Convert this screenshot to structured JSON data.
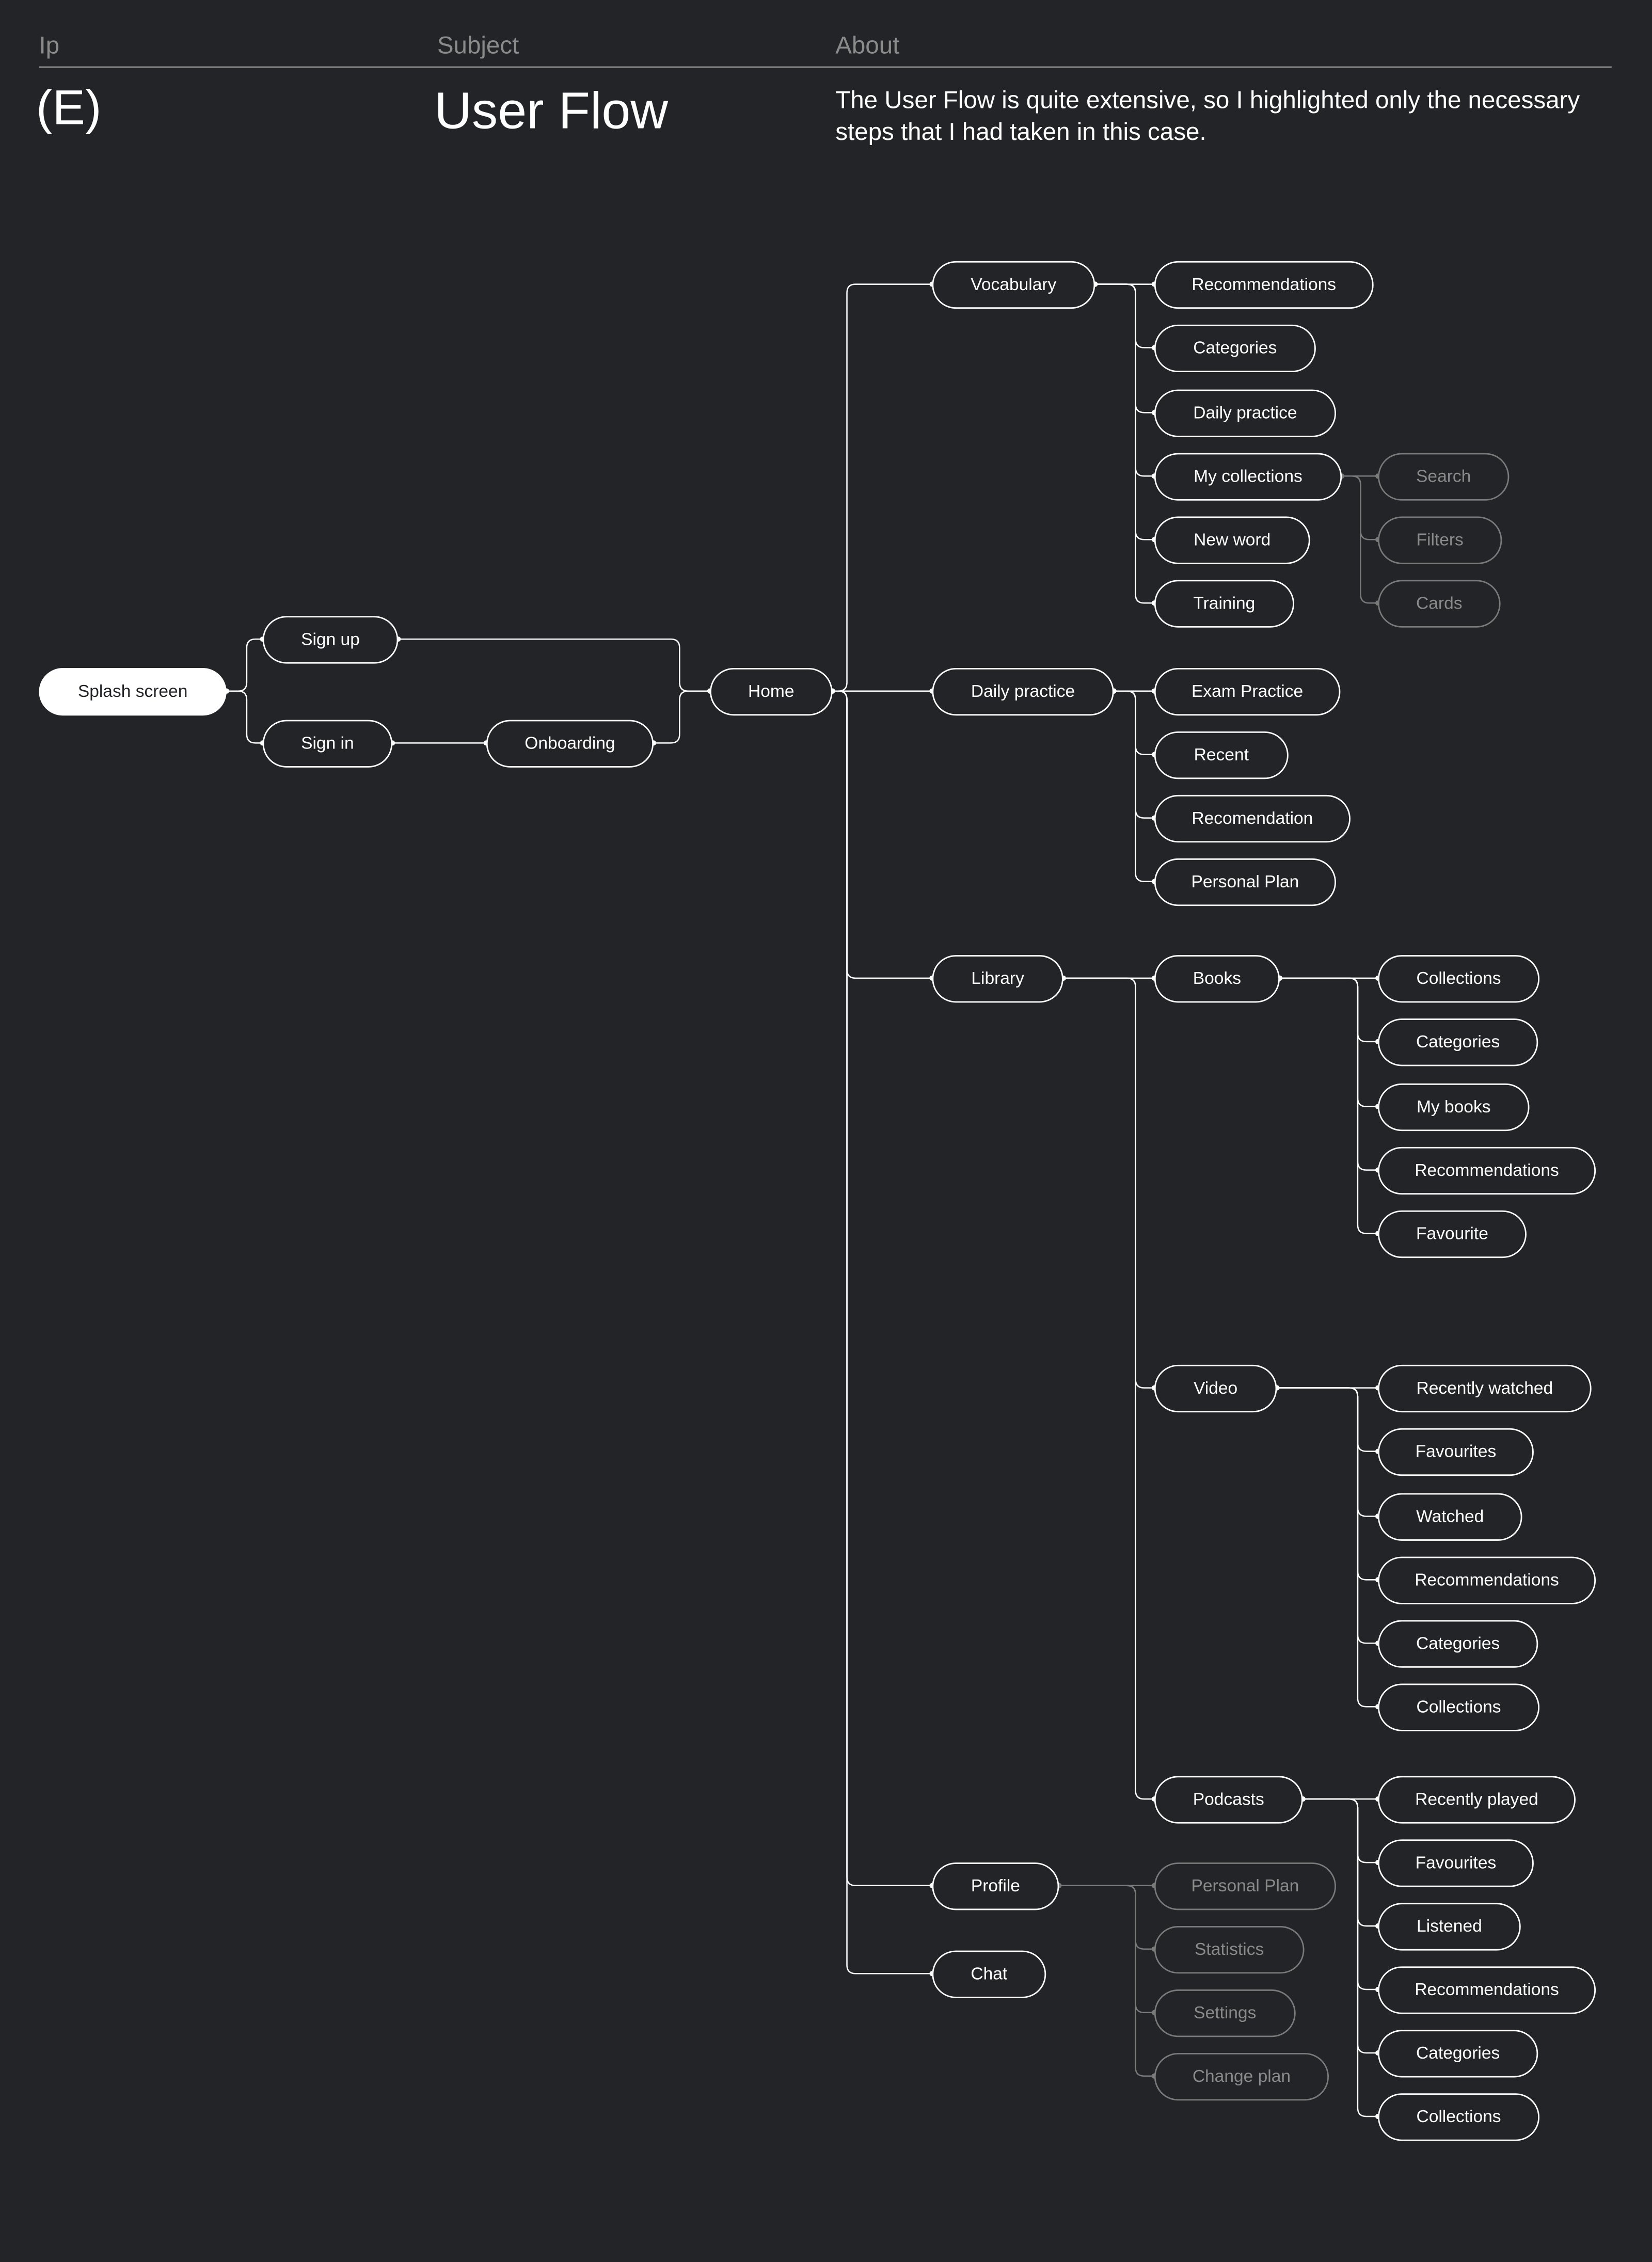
{
  "header": {
    "col1_label": "Ip",
    "col2_label": "Subject",
    "col3_label": "About",
    "code": "(E)",
    "title": "User Flow",
    "about": "The User Flow is quite extensive, so I highlighted only the necessary steps that I had taken in this case."
  },
  "colors": {
    "background": "#232427",
    "line": "#ffffff",
    "dim": "#7a7a7a"
  },
  "nodes": [
    {
      "id": "splash",
      "label": "Splash screen",
      "parent": null,
      "style": "filled"
    },
    {
      "id": "signup",
      "label": "Sign up",
      "parent": "splash"
    },
    {
      "id": "signin",
      "label": "Sign in",
      "parent": "splash"
    },
    {
      "id": "onboarding",
      "label": "Onboarding",
      "parent": "signin"
    },
    {
      "id": "home",
      "label": "Home",
      "parent": [
        "signup",
        "onboarding"
      ]
    },
    {
      "id": "vocab",
      "label": "Vocabulary",
      "parent": "home"
    },
    {
      "id": "daily",
      "label": "Daily practice",
      "parent": "home"
    },
    {
      "id": "library",
      "label": "Library",
      "parent": "home"
    },
    {
      "id": "profile",
      "label": "Profile",
      "parent": "home"
    },
    {
      "id": "chat",
      "label": "Chat",
      "parent": "home"
    },
    {
      "id": "v_rec",
      "label": "Recommendations",
      "parent": "vocab"
    },
    {
      "id": "v_cat",
      "label": "Categories",
      "parent": "vocab"
    },
    {
      "id": "v_daily",
      "label": "Daily practice",
      "parent": "vocab"
    },
    {
      "id": "v_mycoll",
      "label": "My collections",
      "parent": "vocab"
    },
    {
      "id": "v_new",
      "label": "New word",
      "parent": "vocab"
    },
    {
      "id": "v_train",
      "label": "Training",
      "parent": "vocab"
    },
    {
      "id": "mc_search",
      "label": "Search",
      "parent": "v_mycoll",
      "style": "dim"
    },
    {
      "id": "mc_filters",
      "label": "Filters",
      "parent": "v_mycoll",
      "style": "dim"
    },
    {
      "id": "mc_cards",
      "label": "Cards",
      "parent": "v_mycoll",
      "style": "dim"
    },
    {
      "id": "d_exam",
      "label": "Exam Practice",
      "parent": "daily"
    },
    {
      "id": "d_recent",
      "label": "Recent",
      "parent": "daily"
    },
    {
      "id": "d_recom",
      "label": "Recomendation",
      "parent": "daily"
    },
    {
      "id": "d_plan",
      "label": "Personal Plan",
      "parent": "daily"
    },
    {
      "id": "books",
      "label": "Books",
      "parent": "library"
    },
    {
      "id": "video",
      "label": "Video",
      "parent": "library"
    },
    {
      "id": "podcasts",
      "label": "Podcasts",
      "parent": "library"
    },
    {
      "id": "b_coll",
      "label": "Collections",
      "parent": "books"
    },
    {
      "id": "b_cat",
      "label": "Categories",
      "parent": "books"
    },
    {
      "id": "b_my",
      "label": "My books",
      "parent": "books"
    },
    {
      "id": "b_rec",
      "label": "Recommendations",
      "parent": "books"
    },
    {
      "id": "b_fav",
      "label": "Favourite",
      "parent": "books"
    },
    {
      "id": "vi_recent",
      "label": "Recently watched",
      "parent": "video"
    },
    {
      "id": "vi_fav",
      "label": "Favourites",
      "parent": "video"
    },
    {
      "id": "vi_watched",
      "label": "Watched",
      "parent": "video"
    },
    {
      "id": "vi_rec",
      "label": "Recommendations",
      "parent": "video"
    },
    {
      "id": "vi_cat",
      "label": "Categories",
      "parent": "video"
    },
    {
      "id": "vi_coll",
      "label": "Collections",
      "parent": "video"
    },
    {
      "id": "p_recent",
      "label": "Recently played",
      "parent": "podcasts"
    },
    {
      "id": "p_fav",
      "label": "Favourites",
      "parent": "podcasts"
    },
    {
      "id": "p_listened",
      "label": "Listened",
      "parent": "podcasts"
    },
    {
      "id": "p_rec",
      "label": "Recommendations",
      "parent": "podcasts"
    },
    {
      "id": "p_cat",
      "label": "Categories",
      "parent": "podcasts"
    },
    {
      "id": "p_coll",
      "label": "Collections",
      "parent": "podcasts"
    },
    {
      "id": "pr_plan",
      "label": "Personal Plan",
      "parent": "profile",
      "style": "dim"
    },
    {
      "id": "pr_stats",
      "label": "Statistics",
      "parent": "profile",
      "style": "dim"
    },
    {
      "id": "pr_settings",
      "label": "Settings",
      "parent": "profile",
      "style": "dim"
    },
    {
      "id": "pr_change",
      "label": "Change plan",
      "parent": "profile",
      "style": "dim"
    }
  ]
}
